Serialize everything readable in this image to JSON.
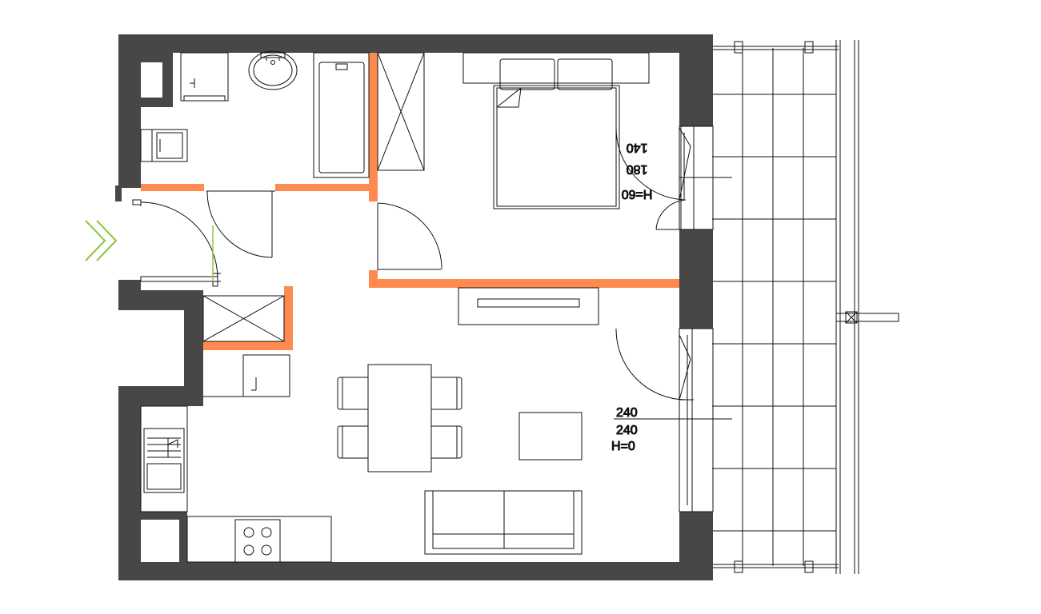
{
  "colors": {
    "wall": "#474747",
    "partition": "#ff8a50",
    "line": "#111111",
    "entrance": "#8cc63f",
    "background": "#ffffff"
  },
  "bedroom_window": {
    "width": "140",
    "height": "180",
    "sill": "H=60"
  },
  "living_door": {
    "width": "240",
    "height": "240",
    "sill": "H=0"
  },
  "icons": {
    "entrance": "double-chevron-right-icon"
  }
}
